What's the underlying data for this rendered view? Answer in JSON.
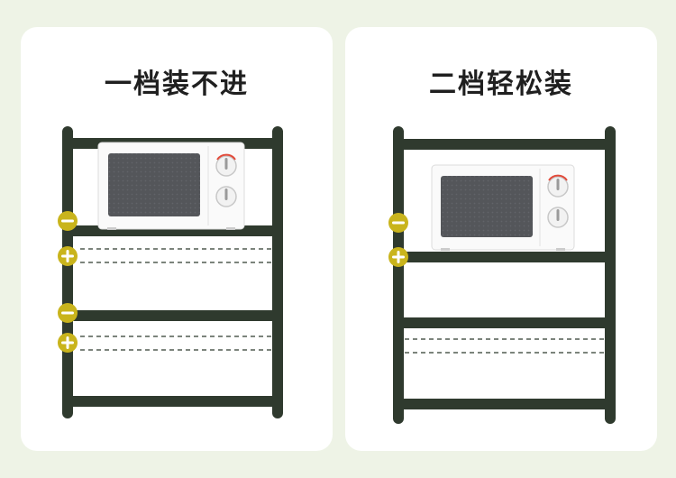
{
  "panels": [
    {
      "title": "一档装不进",
      "outcome": "does-not-fit"
    },
    {
      "title": "二档轻松装",
      "outcome": "fits"
    }
  ],
  "icons": {
    "minus": "minus-icon",
    "plus": "plus-icon",
    "microwave": "microwave-icon"
  },
  "colors": {
    "background": "#eef3e6",
    "card": "#ffffff",
    "frame": "#2f3a2e",
    "badge": "#c9b41c",
    "microwave_body": "#fafafa",
    "microwave_window": "#54565a",
    "dial_accent": "#e24b3b"
  }
}
